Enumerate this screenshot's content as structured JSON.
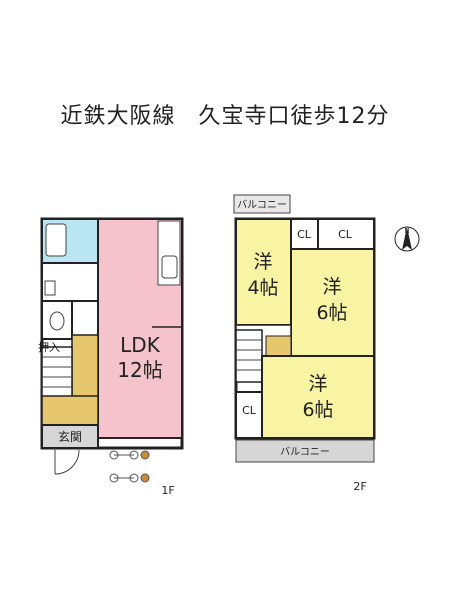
{
  "header": {
    "title": "近鉄大阪線　久宝寺口徒歩12分"
  },
  "floor1": {
    "floor_label": "1F",
    "ldk": {
      "type": "LDK",
      "size": "12帖"
    },
    "closet": "押入",
    "entrance": "玄関"
  },
  "floor2": {
    "floor_label": "2F",
    "balcony_top": "バルコニー",
    "balcony_bottom": "バルコニー",
    "cl_1": "CL",
    "cl_2": "CL",
    "cl_3": "CL",
    "room_a": {
      "type": "洋",
      "size": "4帖"
    },
    "room_b": {
      "type": "洋",
      "size": "6帖"
    },
    "room_c": {
      "type": "洋",
      "size": "6帖"
    }
  },
  "compass": {
    "letter": "N"
  },
  "colors": {
    "ldk": "#f4c3cc",
    "western": "#f8f4a4",
    "storage": "#e6c76e",
    "bath": "#b9e6f2",
    "balcony": "#d6d6d6"
  }
}
